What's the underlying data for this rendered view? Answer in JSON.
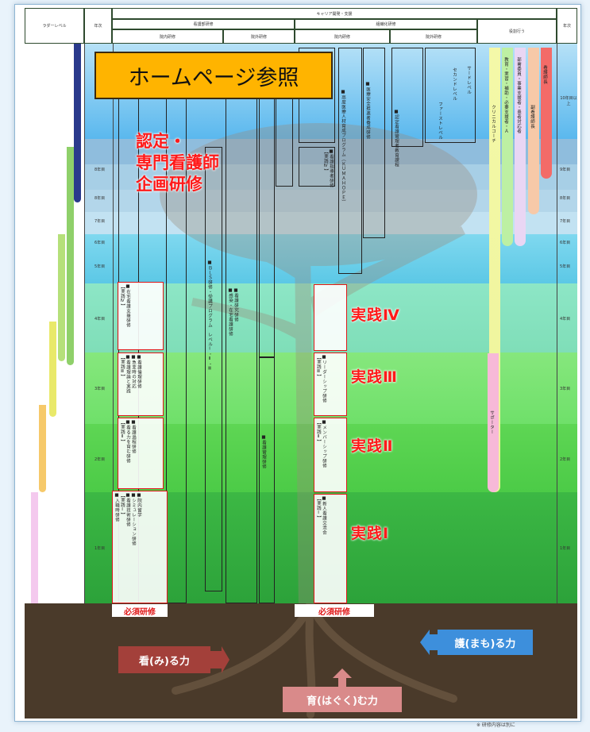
{
  "header": {
    "ladder_level": "ラダーレベル",
    "years_left": "年次",
    "years_right": "年次",
    "career_dev": "キャリア開発・支援",
    "nursing_dept": "看護部研修",
    "org_training": "組織化研修",
    "internal_1": "院内研修",
    "external_1": "院外研修",
    "internal_2": "院内研修",
    "external_2": "院外研修",
    "roles": "役割行う"
  },
  "year_labels_left": [
    "",
    "",
    "8年目",
    "8年目",
    "7年目",
    "6年目",
    "5年目",
    "4年目",
    "3年目",
    "2年目",
    "1年目"
  ],
  "year_labels_right": [
    "10年目以上",
    "",
    "9年目",
    "8年目",
    "7年目",
    "6年目",
    "5年目",
    "4年目",
    "3年目",
    "2年目",
    "1年目"
  ],
  "home_banner": "ホームページ参照",
  "certified": {
    "line1": "認定・",
    "line2": "専門看護師",
    "line3": "企画研修"
  },
  "jissen": [
    "実践Ⅳ",
    "実践Ⅲ",
    "実践Ⅱ",
    "実践Ⅰ"
  ],
  "hissu_left": "必須研修",
  "hissu_right": "必須研修",
  "powers": {
    "miru": "看(み)る力",
    "hagukumu": "育(はぐく)む力",
    "mamoru": "護(まも)る力"
  },
  "footnote": "※ 研修内容は別に",
  "vertical_texts": {
    "t1": "■院内留学\n■シミュレーション研修\n■看護技術研修\n【実践Ⅰ】\n■入職時研修",
    "t2": "■看護過程研修\n■看る力を育む研修\n【実践Ⅱ】",
    "t3": "■看護倫理研修\n■急変時の対応\n■看護理論と実践\n【実践Ⅲ】",
    "t4": "■在宅看護支援研修\n【実践Ⅳ】",
    "t5": "■ＢＬＳ研修・受講プログラム　レベルⅠ・Ⅱ・Ⅲ",
    "t6": "■看護研究研修\n■感染・在宅看護研修",
    "t7": "■リーダーシップ研修\n【実践Ⅲ】",
    "t8": "■メンバーシップ研修\n【実践Ⅱ】",
    "t9": "■新人看護交流会\n【実践Ⅰ】",
    "t10": "■看護管理研修",
    "t11": "■看護指導者研修\n【実践Ⅳ】",
    "t12": "■高度医療人材育成プログラム（ＫＵＭＡＨＯＰＥ）",
    "t13": "■医療安全推進者養成研修",
    "t14": "■認定看護管理者教育課程",
    "t15": "サードレベル",
    "t16": "セカンドレベル",
    "t17": "ファーストレベル",
    "t18": "クリニカルコーチ",
    "t19": "サポーター",
    "t20": "教育・実習・補助・必要支援者・Ａ",
    "t21": "部署委員・事業支援者・患者対応者",
    "t22": "副看護師長",
    "t23": "看護師長"
  },
  "colors": {
    "soil": "#4a3a2a",
    "miru": "#a3403a",
    "hagukumu": "#d98a8a",
    "mamoru": "#3d8fdc",
    "banner": "#ffb400",
    "jissen": "#ff1a1a"
  }
}
